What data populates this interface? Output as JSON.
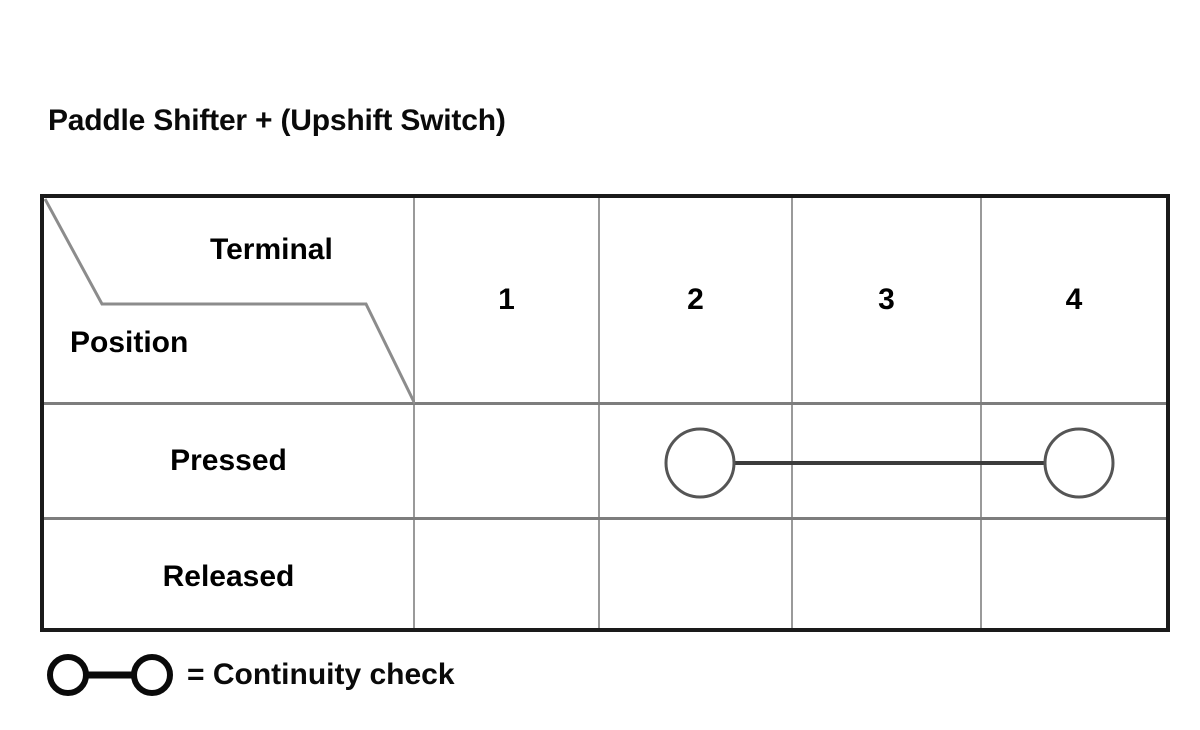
{
  "title": "Paddle Shifter + (Upshift Switch)",
  "table": {
    "corner": {
      "column_axis_label": "Terminal",
      "row_axis_label": "Position"
    },
    "terminal_headers": [
      "1",
      "2",
      "3",
      "4"
    ],
    "rows": [
      {
        "label": "Pressed",
        "continuity": [
          {
            "from_terminal": "2",
            "to_terminal": "4"
          }
        ]
      },
      {
        "label": "Released",
        "continuity": []
      }
    ]
  },
  "legend": {
    "symbol": "circle-line-circle",
    "text": "= Continuity check"
  },
  "colors": {
    "background": "#ffffff",
    "text": "#0a0a0a",
    "outer_border": "#1a1a1a",
    "grid_line": "#9a9a9a",
    "row_divider": "#7d7d7d",
    "continuity_stroke": "#3c3c3c",
    "legend_stroke": "#0a0a0a"
  }
}
